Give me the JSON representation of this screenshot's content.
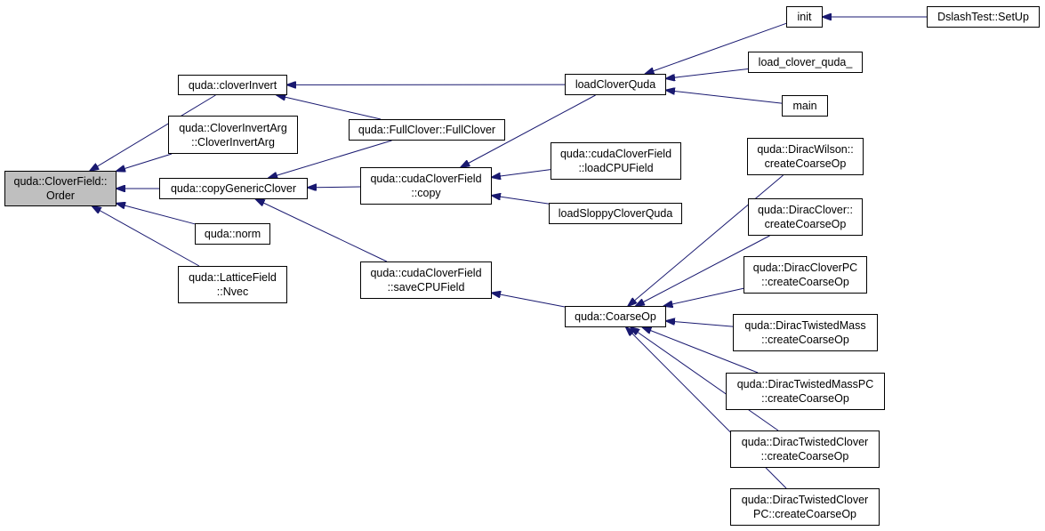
{
  "colors": {
    "edge": "#191970",
    "root_fill": "#bfbfbf",
    "node_fill": "#ffffff",
    "border": "#000000"
  },
  "nodes": {
    "order": {
      "lines": [
        "quda::CloverField::",
        "Order"
      ]
    },
    "cloverInvert": {
      "lines": [
        "quda::cloverInvert"
      ]
    },
    "cloverInvertArg": {
      "lines": [
        "quda::CloverInvertArg",
        "::CloverInvertArg"
      ]
    },
    "copyGenericClover": {
      "lines": [
        "quda::copyGenericClover"
      ]
    },
    "norm": {
      "lines": [
        "quda::norm"
      ]
    },
    "nvec": {
      "lines": [
        "quda::LatticeField",
        "::Nvec"
      ]
    },
    "fullClover": {
      "lines": [
        "quda::FullClover::FullClover"
      ]
    },
    "cudaCopy": {
      "lines": [
        "quda::cudaCloverField",
        "::copy"
      ]
    },
    "saveCPUField": {
      "lines": [
        "quda::cudaCloverField",
        "::saveCPUField"
      ]
    },
    "loadCloverQuda": {
      "lines": [
        "loadCloverQuda"
      ]
    },
    "loadCPUField": {
      "lines": [
        "quda::cudaCloverField",
        "::loadCPUField"
      ]
    },
    "loadSloppy": {
      "lines": [
        "loadSloppyCloverQuda"
      ]
    },
    "coarseOp": {
      "lines": [
        "quda::CoarseOp"
      ]
    },
    "init": {
      "lines": [
        "init"
      ]
    },
    "setUp": {
      "lines": [
        "DslashTest::SetUp"
      ]
    },
    "loadCloverQuda_": {
      "lines": [
        "load_clover_quda_"
      ]
    },
    "main": {
      "lines": [
        "main"
      ]
    },
    "wilson": {
      "lines": [
        "quda::DiracWilson::",
        "createCoarseOp"
      ]
    },
    "clover": {
      "lines": [
        "quda::DiracClover::",
        "createCoarseOp"
      ]
    },
    "cloverPC": {
      "lines": [
        "quda::DiracCloverPC",
        "::createCoarseOp"
      ]
    },
    "twistedMass": {
      "lines": [
        "quda::DiracTwistedMass",
        "::createCoarseOp"
      ]
    },
    "twistedMassPC": {
      "lines": [
        "quda::DiracTwistedMassPC",
        "::createCoarseOp"
      ]
    },
    "twistedClover": {
      "lines": [
        "quda::DiracTwistedClover",
        "::createCoarseOp"
      ]
    },
    "twistedCloverPC": {
      "lines": [
        "quda::DiracTwistedClover",
        "PC::createCoarseOp"
      ]
    }
  },
  "edges": [
    [
      "cloverInvert",
      "order"
    ],
    [
      "cloverInvertArg",
      "order"
    ],
    [
      "copyGenericClover",
      "order"
    ],
    [
      "norm",
      "order"
    ],
    [
      "nvec",
      "order"
    ],
    [
      "loadCloverQuda",
      "cloverInvert"
    ],
    [
      "fullClover",
      "cloverInvert"
    ],
    [
      "fullClover",
      "copyGenericClover"
    ],
    [
      "cudaCopy",
      "copyGenericClover"
    ],
    [
      "saveCPUField",
      "copyGenericClover"
    ],
    [
      "init",
      "loadCloverQuda"
    ],
    [
      "loadCloverQuda_",
      "loadCloverQuda"
    ],
    [
      "main",
      "loadCloverQuda"
    ],
    [
      "setUp",
      "init"
    ],
    [
      "loadCloverQuda",
      "cudaCopy"
    ],
    [
      "loadCPUField",
      "cudaCopy"
    ],
    [
      "loadSloppy",
      "cudaCopy"
    ],
    [
      "coarseOp",
      "saveCPUField"
    ],
    [
      "wilson",
      "coarseOp"
    ],
    [
      "clover",
      "coarseOp"
    ],
    [
      "cloverPC",
      "coarseOp"
    ],
    [
      "twistedMass",
      "coarseOp"
    ],
    [
      "twistedMassPC",
      "coarseOp"
    ],
    [
      "twistedClover",
      "coarseOp"
    ],
    [
      "twistedCloverPC",
      "coarseOp"
    ]
  ]
}
